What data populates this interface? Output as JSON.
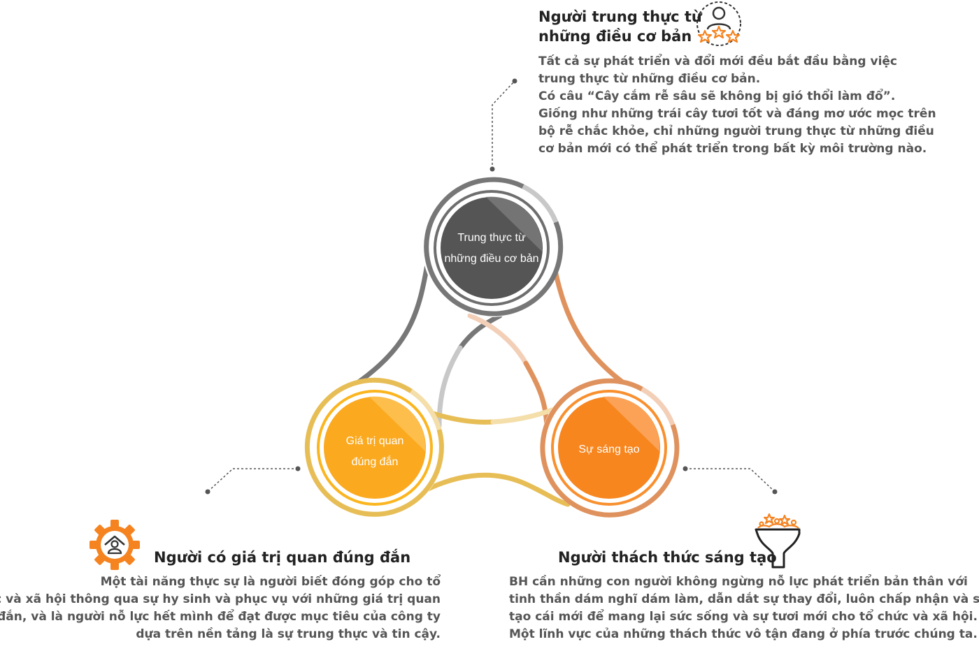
{
  "top": {
    "heading": [
      "Người trung thực từ",
      "những điều cơ bản"
    ],
    "body": [
      "Tất cả sự phát triển và đổi mới đều bắt đầu bằng việc",
      "trung thực từ những điều cơ bản.",
      "Có câu “Cây cắm rễ sâu sẽ không bị gió thổi làm đổ”.",
      "Giống như những trái cây tươi tốt và đáng mơ ước mọc trên",
      "bộ rễ chắc khỏe, chỉ những người trung thực từ những điều",
      "cơ bản mới có thể phát triển trong bất kỳ môi trường nào."
    ]
  },
  "left": {
    "heading": "Người có giá trị quan đúng đắn",
    "body": [
      "Một tài năng thực sự là người biết đóng góp cho tổ",
      "chức và xã hội thông qua sự hy sinh và phục vụ với những giá trị quan",
      "đúng đắn, và là người nỗ lực hết mình để đạt được mục tiêu của công ty",
      "dựa trên nền tảng là sự trung thực và tin cậy."
    ]
  },
  "right": {
    "heading": "Người thách thức sáng tạo",
    "body": [
      "BH cần những con người không ngừng nỗ lực phát triển bản thân với",
      "tinh thần dám nghĩ dám làm, dẫn dắt sự thay đổi, luôn chấp nhận và sáng",
      "tạo cái mới để mang lại sức sống và sự tươi mới cho tổ chức và xã hội.",
      "Một lĩnh vực của những thách thức vô tận đang ở phía trước chúng ta."
    ]
  },
  "circles": {
    "top": [
      "Trung thực từ",
      "những điều cơ bản"
    ],
    "left": [
      "Giá trị quan",
      "đúng đắn"
    ],
    "right": [
      "Sự sáng tạo"
    ]
  },
  "icons": {
    "top": "person-with-stars-icon",
    "left": "gear-with-person-house-icon",
    "right": "funnel-with-stars-icon"
  },
  "colors": {
    "gray_dark": "#555555",
    "gray_ring": "#777777",
    "gray_light": "#c8c8c8",
    "yellow": "#fba91f",
    "yellow_ring": "#e7bd56",
    "yellow_light": "#f4deaa",
    "orange": "#f7861f",
    "orange_ring": "#df925d",
    "orange_light": "#f3cfb7",
    "icon_orange": "#f5831f"
  }
}
